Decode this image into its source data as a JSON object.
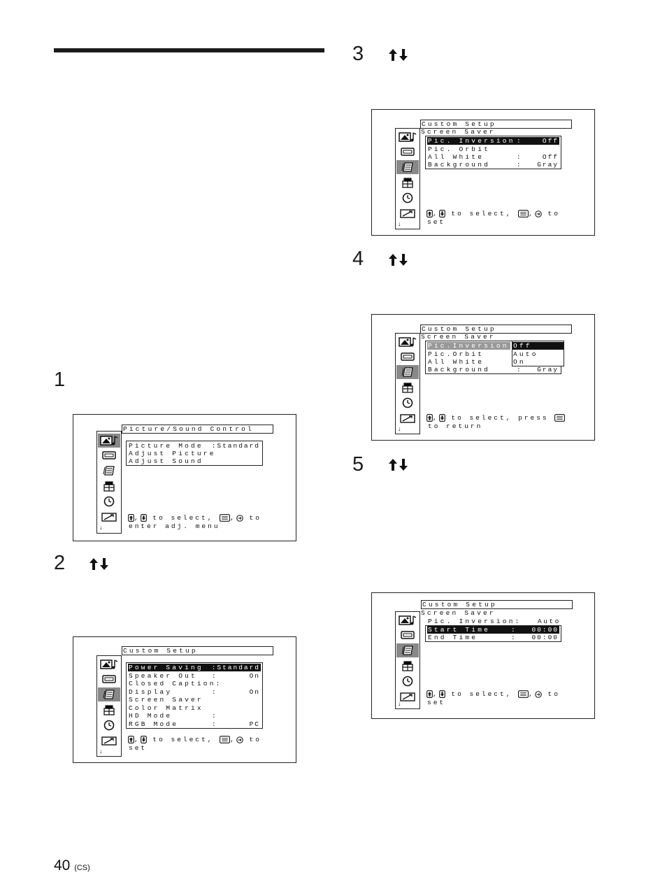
{
  "steps": [
    {
      "num": "1"
    },
    {
      "num": "2"
    },
    {
      "num": "3"
    },
    {
      "num": "4"
    },
    {
      "num": "5"
    }
  ],
  "icons": {
    "picture_sound": "picture-sound-icon",
    "screen": "screen-icon",
    "custom_setup": "custom-setup-icon",
    "setup": "setup-icon",
    "timer": "timer-icon",
    "option": "option-icon",
    "down": "↓"
  },
  "screen1": {
    "title": "Picture/Sound Control",
    "items": [
      {
        "label": "Picture Mode",
        "value": ":Standard"
      },
      {
        "label": "Adjust Picture",
        "value": ""
      },
      {
        "label": "Adjust Sound",
        "value": ""
      }
    ],
    "help_line1_pre": ",",
    "help_line1_mid": " to select, ",
    "help_line1_post": " to",
    "help_line2": "enter adj. menu"
  },
  "screen2": {
    "title": "Custom Setup",
    "items": [
      {
        "label": "Power Saving",
        "value": ":Standard"
      },
      {
        "label": "Speaker Out",
        "value": "On"
      },
      {
        "label": "Closed Caption:",
        "value": ""
      },
      {
        "label": "Display",
        "value": "On"
      },
      {
        "label": "Screen Saver",
        "value": ""
      },
      {
        "label": "Color Matrix",
        "value": ""
      },
      {
        "label": "HD Mode",
        "value": ""
      },
      {
        "label": "RGB Mode",
        "value": "PC"
      }
    ],
    "help_line2": "set"
  },
  "screen3": {
    "title": "Custom Setup",
    "subtitle": "Screen Saver",
    "items": [
      {
        "label": "Pic. Inversion",
        "value": "Off"
      },
      {
        "label": "Pic. Orbit",
        "value": ""
      },
      {
        "label": "All White",
        "value": "Off"
      },
      {
        "label": "Background",
        "value": "Gray"
      }
    ],
    "help_line2": "set"
  },
  "screen4": {
    "title": "Custom Setup",
    "subtitle": "Screen Saver",
    "items": [
      {
        "label": "Pic.Inversion",
        "value": ""
      },
      {
        "label": "Pic.Orbit",
        "value": ""
      },
      {
        "label": "All White",
        "value": ""
      },
      {
        "label": "Background",
        "value": "Gray"
      }
    ],
    "options": [
      "Off",
      "Auto",
      "On"
    ],
    "help_mid": " to select, press ",
    "help_line2": "to return"
  },
  "screen5": {
    "title": "Custom Setup",
    "subtitle": "Screen Saver",
    "items": [
      {
        "label": "Pic. Inversion:",
        "value": "Auto"
      },
      {
        "label": "Start Time",
        "value": "00:00"
      },
      {
        "label": "End Time",
        "value": "00:00"
      }
    ],
    "help_line2": "set"
  },
  "common": {
    "to_select": " to select, ",
    "to": " to",
    "colon": ":",
    "enter_key": "ENTER",
    "comma": ","
  },
  "page": {
    "number": "40",
    "suffix": "(CS)"
  }
}
